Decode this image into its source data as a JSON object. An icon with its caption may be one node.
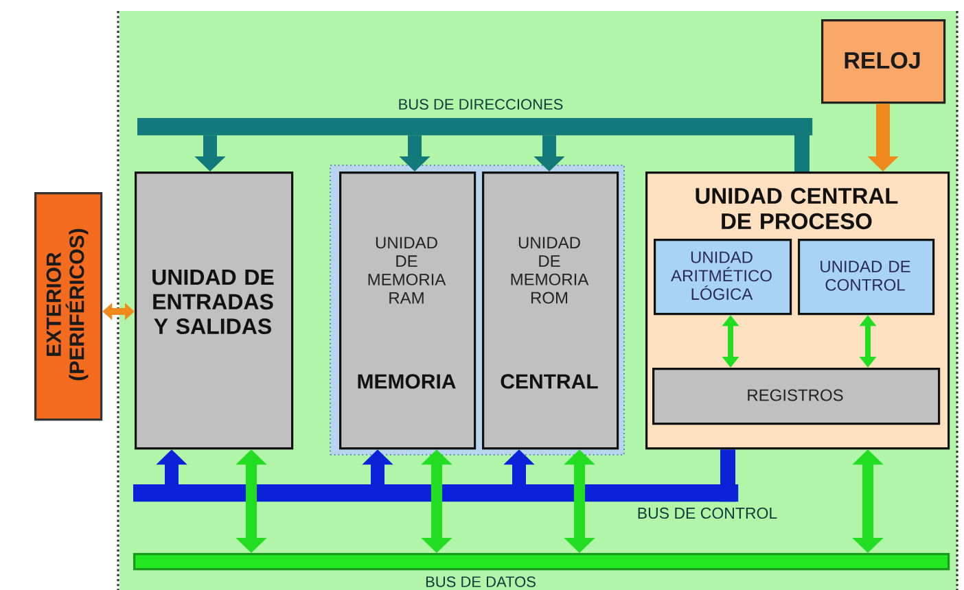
{
  "diagram": {
    "nodes": [
      {
        "text": [
          "EXTERIOR (PERIFÉRICOS)"
        ]
      },
      {
        "text": [
          "BUS DE DIRECCIONES"
        ]
      },
      {
        "text": [
          "RELOJ"
        ]
      },
      {
        "text": [
          "UNIDAD DE ENTRADAS Y SALIDAS"
        ]
      },
      {
        "text": [],
        "shape": "box"
      },
      {
        "text": [
          "UNIDAD DE MEMORIA RAM",
          "MEMORIA"
        ],
        "in": 4
      },
      {
        "text": [
          "UNIDAD DE MEMORIA ROM",
          "CENTRAL"
        ],
        "in": 4
      },
      {
        "text": [
          "UNIDAD CENTRAL DE PROCESO"
        ]
      },
      {
        "text": [
          "UNIDAD ARITMÉTICO LÓGICA"
        ],
        "in": 7
      },
      {
        "text": [
          "UNIDAD DE CONTROL"
        ],
        "in": 7
      },
      {
        "text": [
          "REGISTROS"
        ],
        "in": 7
      },
      {
        "text": [
          "BUS DE CONTROL"
        ]
      },
      {
        "text": [
          "BUS DE DATOS"
        ]
      }
    ],
    "edges": [
      {
        "from": 1,
        "to": 3,
        "arrow": "to",
        "color": "#127a7a"
      },
      {
        "from": 1,
        "to": 5,
        "arrow": "to",
        "color": "#127a7a"
      },
      {
        "from": 1,
        "to": 6,
        "arrow": "to",
        "color": "#127a7a"
      },
      {
        "from": 1,
        "to": 7,
        "arrow": "none",
        "color": "#127a7a"
      },
      {
        "from": 2,
        "to": 7,
        "arrow": "to",
        "color": "#f08a1c"
      },
      {
        "from": 0,
        "to": 3,
        "arrow": "both",
        "color": "#f08a1c"
      },
      {
        "from": 8,
        "to": 10,
        "arrow": "both"
      },
      {
        "from": 9,
        "to": 10,
        "arrow": "both"
      },
      {
        "from": 11,
        "to": 3,
        "arrow": "to",
        "color": "#0a22d8"
      },
      {
        "from": 11,
        "to": 5,
        "arrow": "to",
        "color": "#0a22d8"
      },
      {
        "from": 11,
        "to": 6,
        "arrow": "to",
        "color": "#0a22d8"
      },
      {
        "from": 7,
        "to": 11,
        "arrow": "none",
        "color": "#0a22d8"
      },
      {
        "from": 12,
        "to": 3,
        "arrow": "both"
      },
      {
        "from": 12,
        "to": 5,
        "arrow": "both"
      },
      {
        "from": 12,
        "to": 6,
        "arrow": "both"
      },
      {
        "from": 12,
        "to": 7,
        "arrow": "both"
      }
    ]
  }
}
